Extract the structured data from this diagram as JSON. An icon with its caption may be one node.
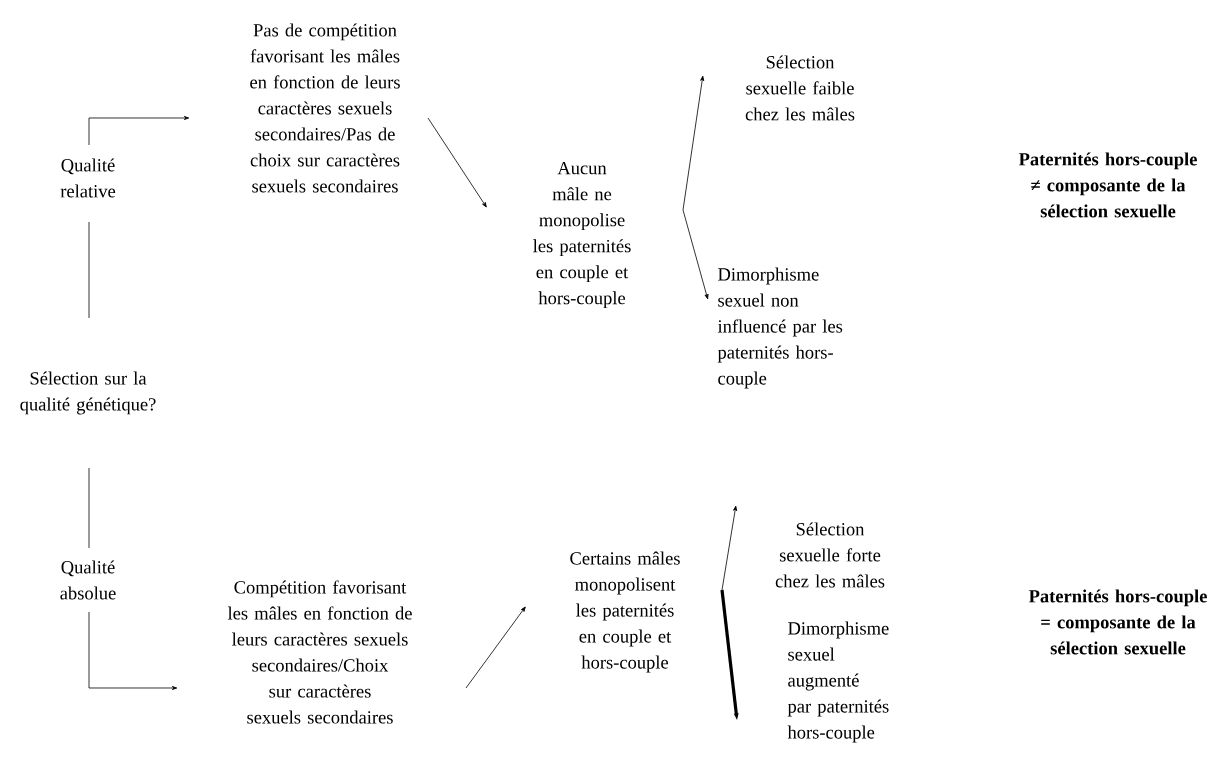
{
  "diagram": {
    "nodes": [
      {
        "text": [
          "Sélection sur la qualité génétique?"
        ]
      },
      {
        "text": [
          "Qualité relative"
        ]
      },
      {
        "text": [
          "Qualité absolue"
        ]
      },
      {
        "text": [
          "Pas de compétition favorisant les mâles en fonction de leurs caractères sexuels secondaires/Pas de choix sur caractères sexuels secondaires"
        ]
      },
      {
        "text": [
          "Aucun mâle ne monopolise les paternités en couple et hors-couple"
        ]
      },
      {
        "text": [
          "Sélection sexuelle faible chez les mâles"
        ]
      },
      {
        "text": [
          "Dimorphisme sexuel non influencé par les paternités hors-couple"
        ]
      },
      {
        "text": [
          "Paternités hors-couple ≠ composante de la sélection sexuelle"
        ]
      },
      {
        "text": [
          "Compétition favorisant les mâles en fonction de leurs caractères sexuels secondaires/Choix sur caractères sexuels secondaires"
        ]
      },
      {
        "text": [
          "Certains mâles monopolisent les paternités en couple et hors-couple"
        ]
      },
      {
        "text": [
          "Sélection sexuelle forte chez les mâles"
        ]
      },
      {
        "text": [
          "Dimorphisme sexuel augmenté par paternités hors-couple"
        ]
      },
      {
        "text": [
          "Paternités hors-couple = composante de la sélection sexuelle"
        ]
      }
    ],
    "edges": [
      {
        "from": 0,
        "to": 1,
        "arrow": "none"
      },
      {
        "from": 0,
        "to": 2,
        "arrow": "none"
      },
      {
        "from": 1,
        "to": 3,
        "arrow": "to"
      },
      {
        "from": 2,
        "to": 8,
        "arrow": "to"
      },
      {
        "from": 3,
        "to": 4,
        "arrow": "to"
      },
      {
        "from": 4,
        "to": 5,
        "arrow": "to"
      },
      {
        "from": 4,
        "to": 6,
        "arrow": "to"
      },
      {
        "from": 8,
        "to": 9,
        "arrow": "to"
      },
      {
        "from": 9,
        "to": 10,
        "arrow": "to"
      },
      {
        "from": 9,
        "to": 11,
        "arrow": "to",
        "style": "thick"
      }
    ]
  }
}
